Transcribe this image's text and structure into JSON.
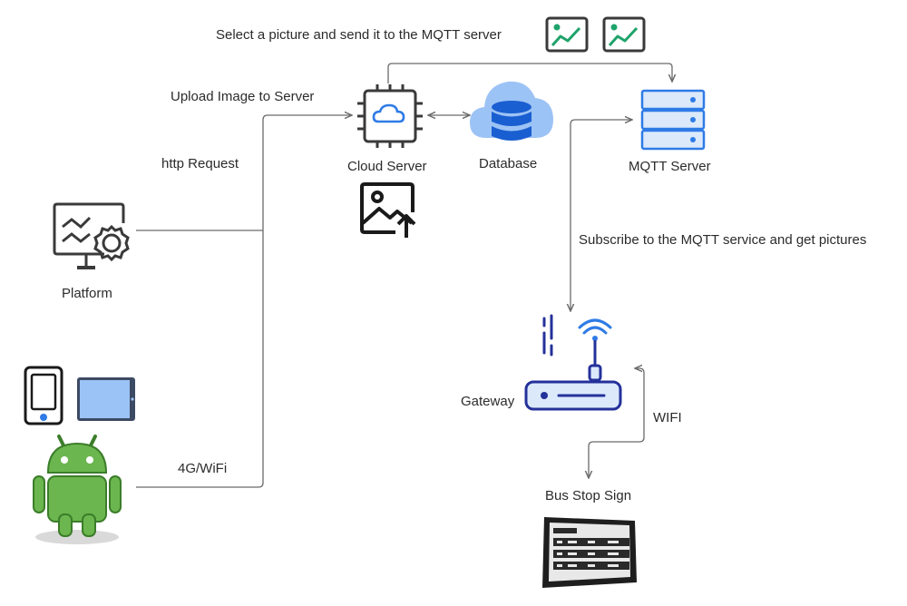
{
  "labels": {
    "top_instruction": "Select a picture and send it to the MQTT server",
    "upload": "Upload Image to Server",
    "http": "http Request",
    "cloud_server": "Cloud Server",
    "database": "Database",
    "mqtt_server": "MQTT Server",
    "subscribe": "Subscribe to the MQTT service and get pictures",
    "platform": "Platform",
    "gateway": "Gateway",
    "wifi": "WIFI",
    "g4wifi": "4G/WiFi",
    "bus_stop": "Bus Stop Sign"
  },
  "colors": {
    "line": "#6b6b6b",
    "icon_dark": "#3a3a3a",
    "blue": "#2f7be6",
    "blue_light": "#9cc3f5",
    "navy": "#24319a",
    "green": "#1fa36a",
    "android": "#6bb64e",
    "android_dark": "#3b7d2a"
  },
  "icons": [
    "image-chart-icon",
    "cloud-chip-icon",
    "database-cloud-icon",
    "server-icon",
    "image-upload-icon",
    "platform-monitor-icon",
    "phone-icon",
    "tablet-icon",
    "android-icon",
    "router-icon",
    "bus-stop-screen-icon"
  ]
}
